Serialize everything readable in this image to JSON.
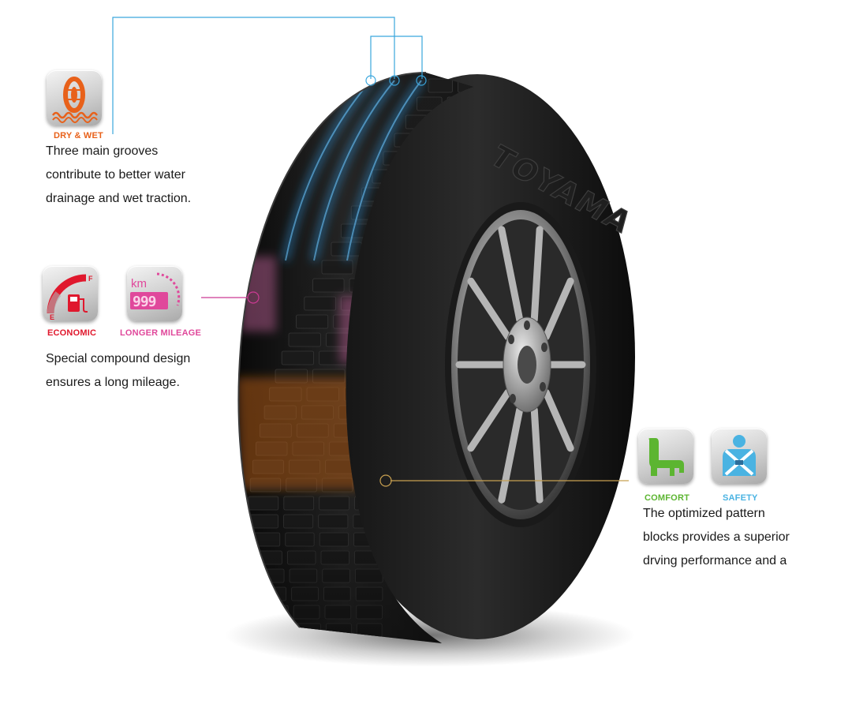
{
  "brand": {
    "name": "TOYAMA"
  },
  "features": {
    "dry_wet": {
      "caption": "DRY & WET",
      "color": "#e8611a",
      "icon": "dry-wet-icon",
      "lines": [
        "Three main grooves",
        "contribute to better water",
        "drainage and wet traction."
      ]
    },
    "economic": {
      "caption": "ECONOMIC",
      "color": "#e0182d",
      "icon": "fuel-gauge-icon"
    },
    "longer_mileage": {
      "caption": "LONGER MILEAGE",
      "color": "#e0489b",
      "icon": "odometer-icon",
      "odometer_unit": "km",
      "odometer_value": "999"
    },
    "compound": {
      "lines": [
        "Special compound design",
        "ensures a long mileage."
      ]
    },
    "comfort": {
      "caption": "COMFORT",
      "color": "#5cb531",
      "icon": "seat-icon"
    },
    "safety": {
      "caption": "SAFETY",
      "color": "#4ab3e2",
      "icon": "seatbelt-icon"
    },
    "pattern": {
      "lines": [
        "The  optimized pattern",
        "blocks provides a superior",
        "drving performance and a"
      ]
    }
  },
  "colors": {
    "groove_callout": "#3aa6dd",
    "mileage_callout": "#cc3a93",
    "comfort_callout": "#c8a050"
  }
}
